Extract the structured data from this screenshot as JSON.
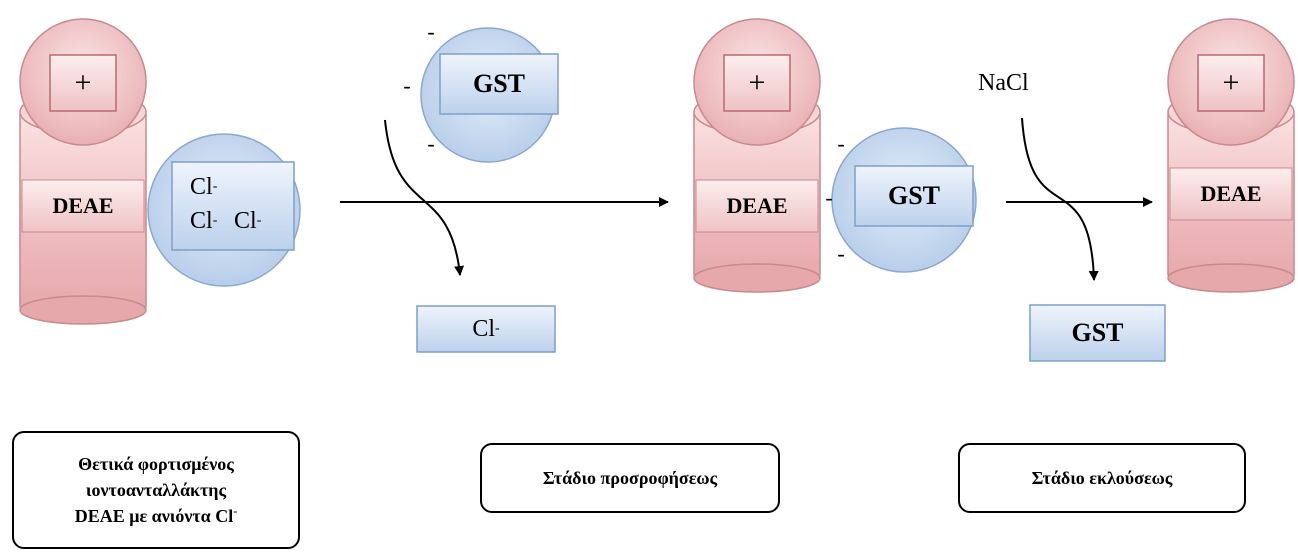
{
  "labels": {
    "plus": "+",
    "minus": "-",
    "deae": "DEAE",
    "gst": "GST",
    "cl": "Cl",
    "cl_charge": "-",
    "nacl": "NaCl"
  },
  "captions": {
    "ion_exchanger_line1": "Θετικά φορτισμένος",
    "ion_exchanger_line2": "ιοντοανταλλάκτης",
    "ion_exchanger_line3": "DEAE με ανιόντα Cl",
    "adsorption": "Στάδιο προσροφήσεως",
    "elution": "Στάδιο εκλούσεως"
  },
  "colors": {
    "pink_fill": "#f2c4c6",
    "pink_edge": "#b86a6e",
    "blue_fill": "#c9dbf0",
    "blue_edge": "#7f9fc8"
  }
}
